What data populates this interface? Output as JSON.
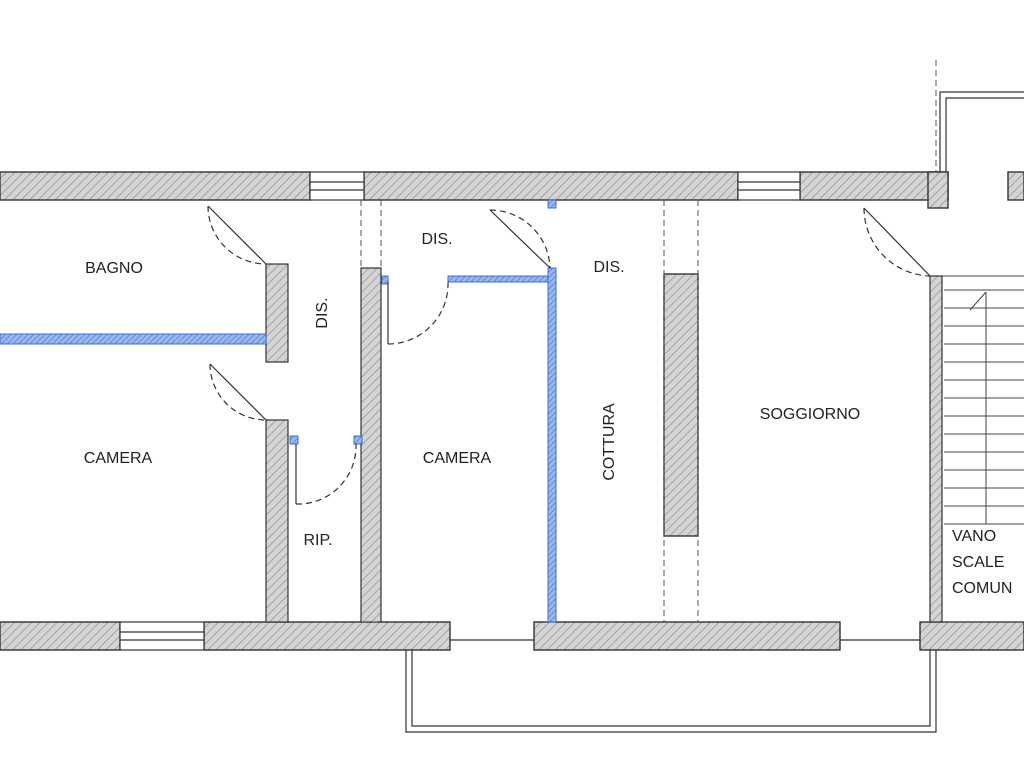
{
  "colors": {
    "wall_hatch": "#9a9a9a",
    "partition": "#3b6fd0",
    "background": "#ffffff"
  },
  "rooms": {
    "bagno": "BAGNO",
    "dis_left": "DIS.",
    "dis_top": "DIS.",
    "dis_right": "DIS.",
    "camera_left": "CAMERA",
    "camera_mid": "CAMERA",
    "rip": "RIP.",
    "cottura": "COTTURA",
    "soggiorno": "SOGGIORNO",
    "vano_line1": "VANO",
    "vano_line2": "SCALE",
    "vano_line3": "COMUN"
  }
}
